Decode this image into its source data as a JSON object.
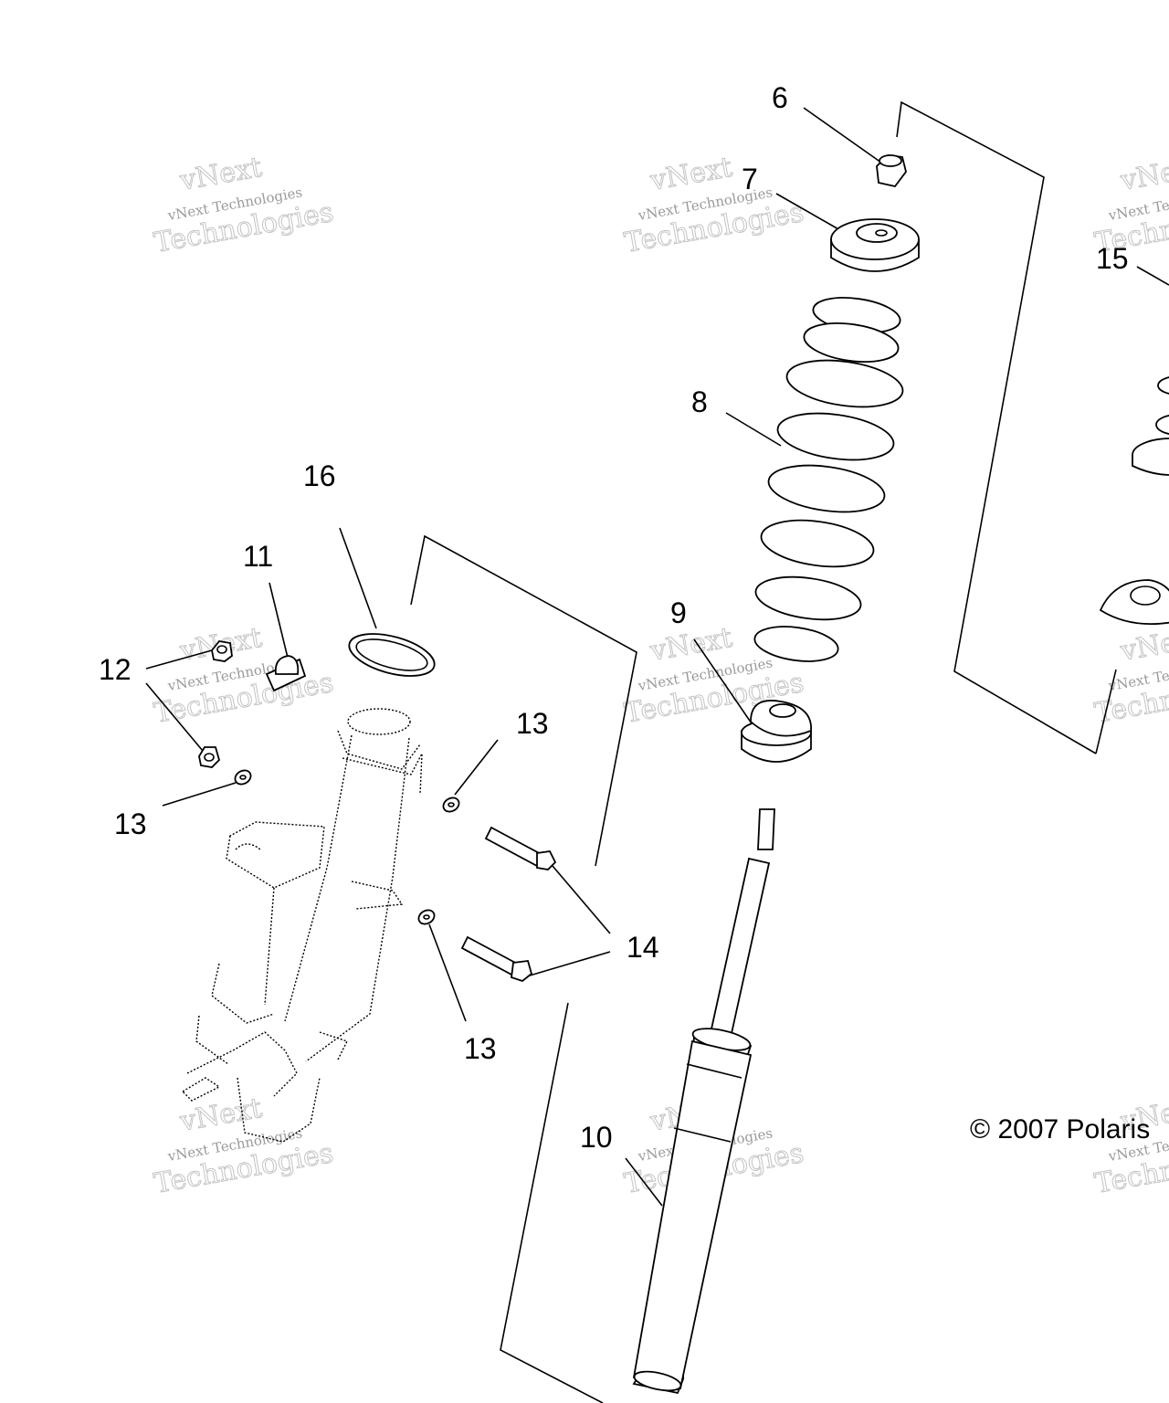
{
  "callouts": {
    "c6": "6",
    "c7": "7",
    "c8": "8",
    "c9": "9",
    "c10": "10",
    "c11": "11",
    "c12": "12",
    "c13a": "13",
    "c13b": "13",
    "c13c": "13",
    "c14": "14",
    "c15": "15",
    "c16": "16"
  },
  "copyright": "© 2007 Polaris",
  "watermark": {
    "line1": "vNext Technologies",
    "line2": "Technologies",
    "arc": "vNext"
  }
}
